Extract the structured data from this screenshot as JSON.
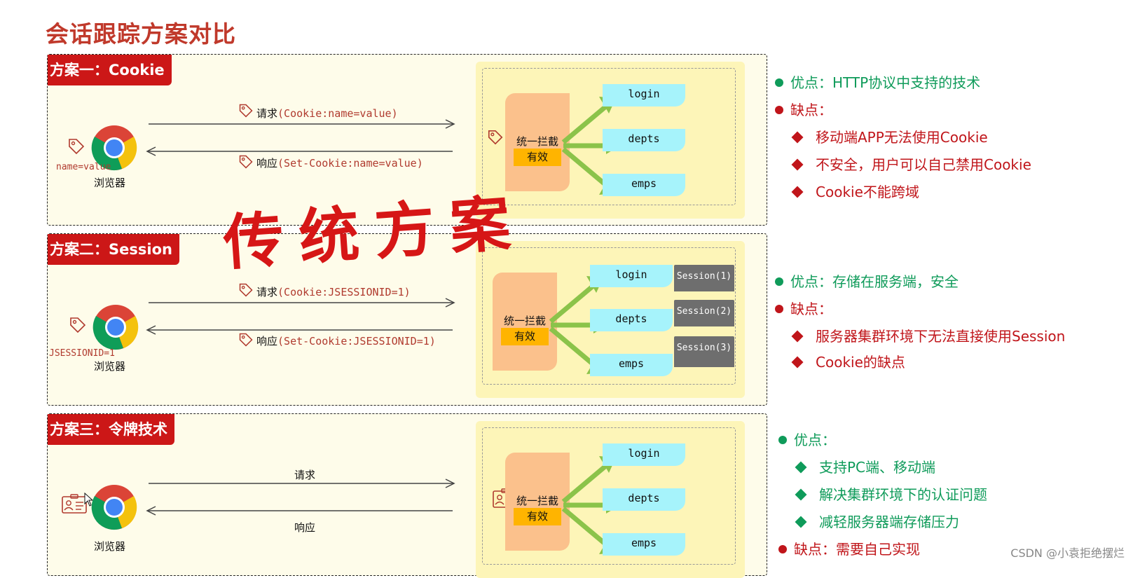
{
  "page_title": "会话跟踪方案对比",
  "watermark": "传统方案",
  "credit": "CSDN @小袁拒绝摆烂",
  "colors": {
    "title": "#c0392b",
    "label_bg": "#cc1717",
    "pro": "#0f9b5a",
    "con": "#c0151a"
  },
  "icons": [
    "tag-icon",
    "chrome-icon",
    "id-card-icon",
    "cursor-icon"
  ],
  "sections": [
    {
      "label": "方案一：Cookie",
      "browser": "浏览器",
      "client_value": "name=value",
      "request": {
        "verb": "请求",
        "detail": "(Cookie:name=value)"
      },
      "response": {
        "verb": "响应",
        "detail": "(Set-Cookie:name=value)"
      },
      "interceptor": "统一拦截",
      "valid": "有效",
      "endpoints": [
        "login",
        "depts",
        "emps"
      ],
      "pros_label": "优点",
      "pros_text": "HTTP协议中支持的技术",
      "cons_label": "缺点",
      "cons_items": [
        "移动端APP无法使用Cookie",
        "不安全，用户可以自己禁用Cookie",
        "Cookie不能跨域"
      ]
    },
    {
      "label": "方案二：Session",
      "browser": "浏览器",
      "client_value": "JSESSIONID=1",
      "request": {
        "verb": "请求",
        "detail": "(Cookie:JSESSIONID=1)"
      },
      "response": {
        "verb": "响应",
        "detail": "(Set-Cookie:JSESSIONID=1)"
      },
      "interceptor": "统一拦截",
      "valid": "有效",
      "endpoints": [
        "login",
        "depts",
        "emps"
      ],
      "sessions": [
        "Session(1)",
        "Session(2)",
        "Session(3)"
      ],
      "pros_label": "优点",
      "pros_text": "存储在服务端，安全",
      "cons_label": "缺点",
      "cons_items": [
        "服务器集群环境下无法直接使用Session",
        "Cookie的缺点"
      ]
    },
    {
      "label": "方案三：令牌技术",
      "browser": "浏览器",
      "request": {
        "verb": "请求"
      },
      "response": {
        "verb": "响应"
      },
      "interceptor": "统一拦截",
      "valid": "有效",
      "endpoints": [
        "login",
        "depts",
        "emps"
      ],
      "pros_label": "优点",
      "pros_items": [
        "支持PC端、移动端",
        "解决集群环境下的认证问题",
        "减轻服务器端存储压力"
      ],
      "cons_label": "缺点",
      "cons_text": "需要自己实现"
    }
  ]
}
